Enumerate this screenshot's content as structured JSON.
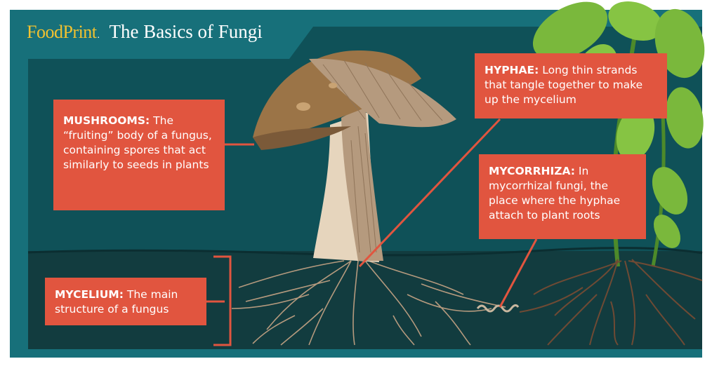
{
  "header": {
    "logo_food": "Food",
    "logo_print": "Print",
    "logo_mark": ".",
    "title": "The Basics of Fungi"
  },
  "callouts": {
    "mushrooms": {
      "term": "MUSHROOMS:",
      "text": " The “fruiting” body of a fungus, containing spores that act similarly to seeds in plants"
    },
    "hyphae": {
      "term": "HYPHAE:",
      "text": " Long thin strands that tangle together to make up the mycelium"
    },
    "mycorrhiza": {
      "term": "MYCORRHIZA:",
      "text": " In mycorrhizal fungi, the place where the hyphae attach to plant roots"
    },
    "mycelium": {
      "term": "MYCELIUM:",
      "text": " The main structure of a fungus"
    }
  },
  "colors": {
    "outer_teal": "#17707a",
    "inner_teal": "#0f5158",
    "soil": "#123c3f",
    "callout": "#e1553f",
    "cap": "#9b7447",
    "stem": "#e6d5bd",
    "hyphae": "#b59a7e",
    "roots": "#6f4a34",
    "leaf": "#7ab83c",
    "logo": "#f2c230"
  }
}
